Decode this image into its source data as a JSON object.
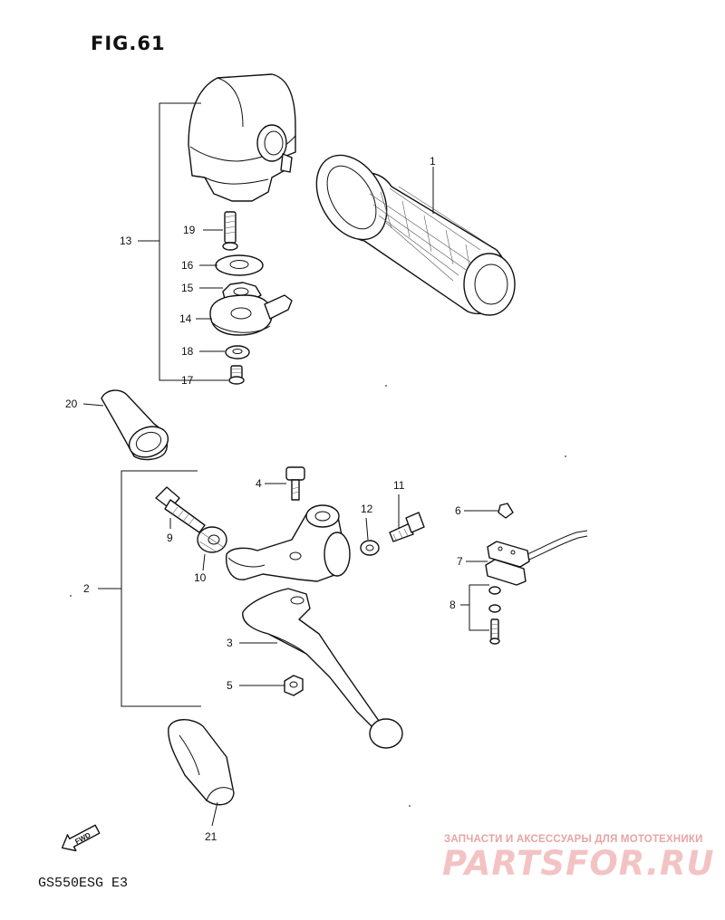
{
  "figure": {
    "title": "FIG.61"
  },
  "footer": {
    "model_code": "GS550ESG E3"
  },
  "fwd_label": "FWD",
  "watermark": {
    "tagline": "ЗАПЧАСТИ И АКСЕССУАРЫ ДЛЯ МОТОТЕХНИКИ",
    "logo": "PARTSFOR.RU",
    "color": "#f3c3c3"
  },
  "callouts": [
    "1",
    "2",
    "3",
    "4",
    "5",
    "6",
    "7",
    "8",
    "9",
    "10",
    "11",
    "12",
    "13",
    "14",
    "15",
    "16",
    "17",
    "18",
    "19",
    "20",
    "21"
  ]
}
